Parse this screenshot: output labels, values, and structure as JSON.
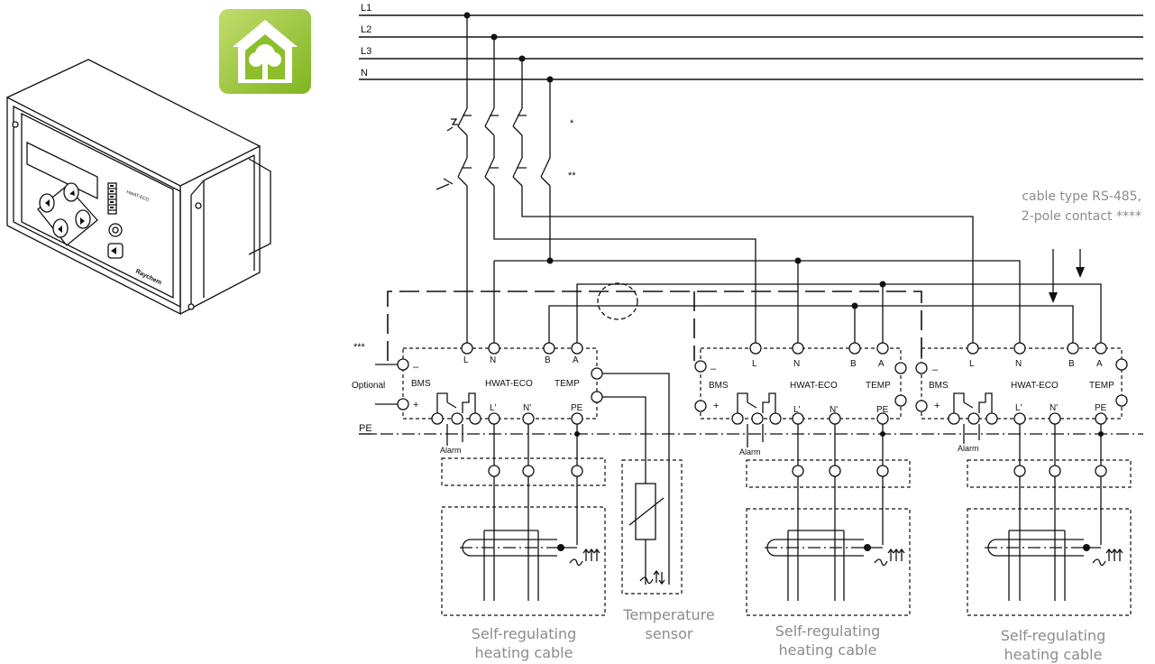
{
  "bus_labels": [
    "L1",
    "L2",
    "L3",
    "N"
  ],
  "pe_label": "PE",
  "breaker_note_1": "*",
  "breaker_note_2": "**",
  "optional_note": "***",
  "optional_label": "Optional",
  "cable_note": [
    "cable type RS-485,",
    "2-pole contact ****"
  ],
  "controller": {
    "terminals_top": [
      "L",
      "N",
      "B",
      "A"
    ],
    "bms_label": "BMS",
    "name_label": "HWAT-ECO",
    "temp_label": "TEMP",
    "out_labels": [
      "L'",
      "N'",
      "PE"
    ],
    "alarm_label": "Alarm",
    "minus": "–",
    "plus": "+"
  },
  "device": {
    "panel_label": "HWAT-ECO",
    "brand": "Raychem"
  },
  "captions": {
    "cable_1": [
      "Self-regulating",
      "heating cable"
    ],
    "sensor": [
      "Temperature",
      "sensor"
    ],
    "cable_2": [
      "Self-regulating",
      "heating cable"
    ],
    "cable_3": [
      "Self-regulating",
      "heating cable"
    ]
  },
  "colors": {
    "icon_green": "#8cbf2a",
    "icon_light": "#b7d76a",
    "caption_gray": "#8c8c8c"
  }
}
